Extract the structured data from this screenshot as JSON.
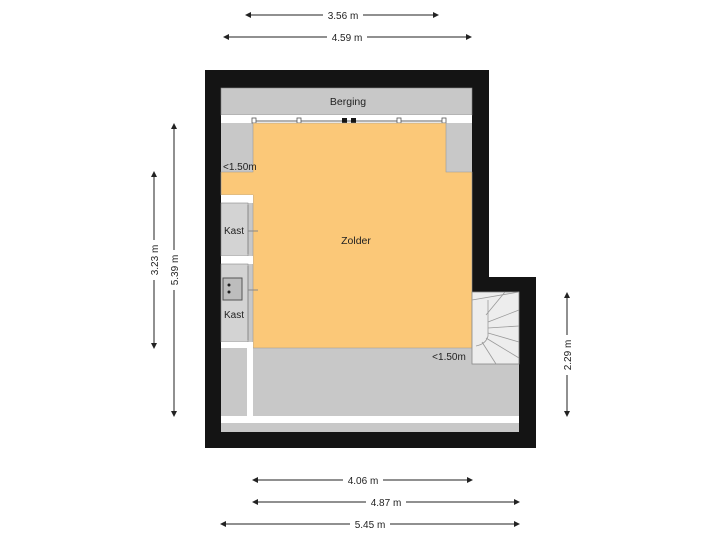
{
  "dimensions": {
    "top_inner": "3.56 m",
    "top_outer": "4.59 m",
    "left_inner": "3.23 m",
    "left_outer": "5.39 m",
    "right": "2.29 m",
    "bottom_1": "4.06 m",
    "bottom_2": "4.87 m",
    "bottom_3": "5.45 m"
  },
  "rooms": {
    "berging": "Berging",
    "zolder": "Zolder",
    "kast_top": "Kast",
    "kast_bottom": "Kast",
    "low_ceiling_left": "<1.50m",
    "low_ceiling_right": "<1.50m"
  },
  "colors": {
    "wall": "#141414",
    "low_area": "#c8c8c8",
    "zolder_floor": "#fbc878",
    "dim_line": "#222222"
  }
}
